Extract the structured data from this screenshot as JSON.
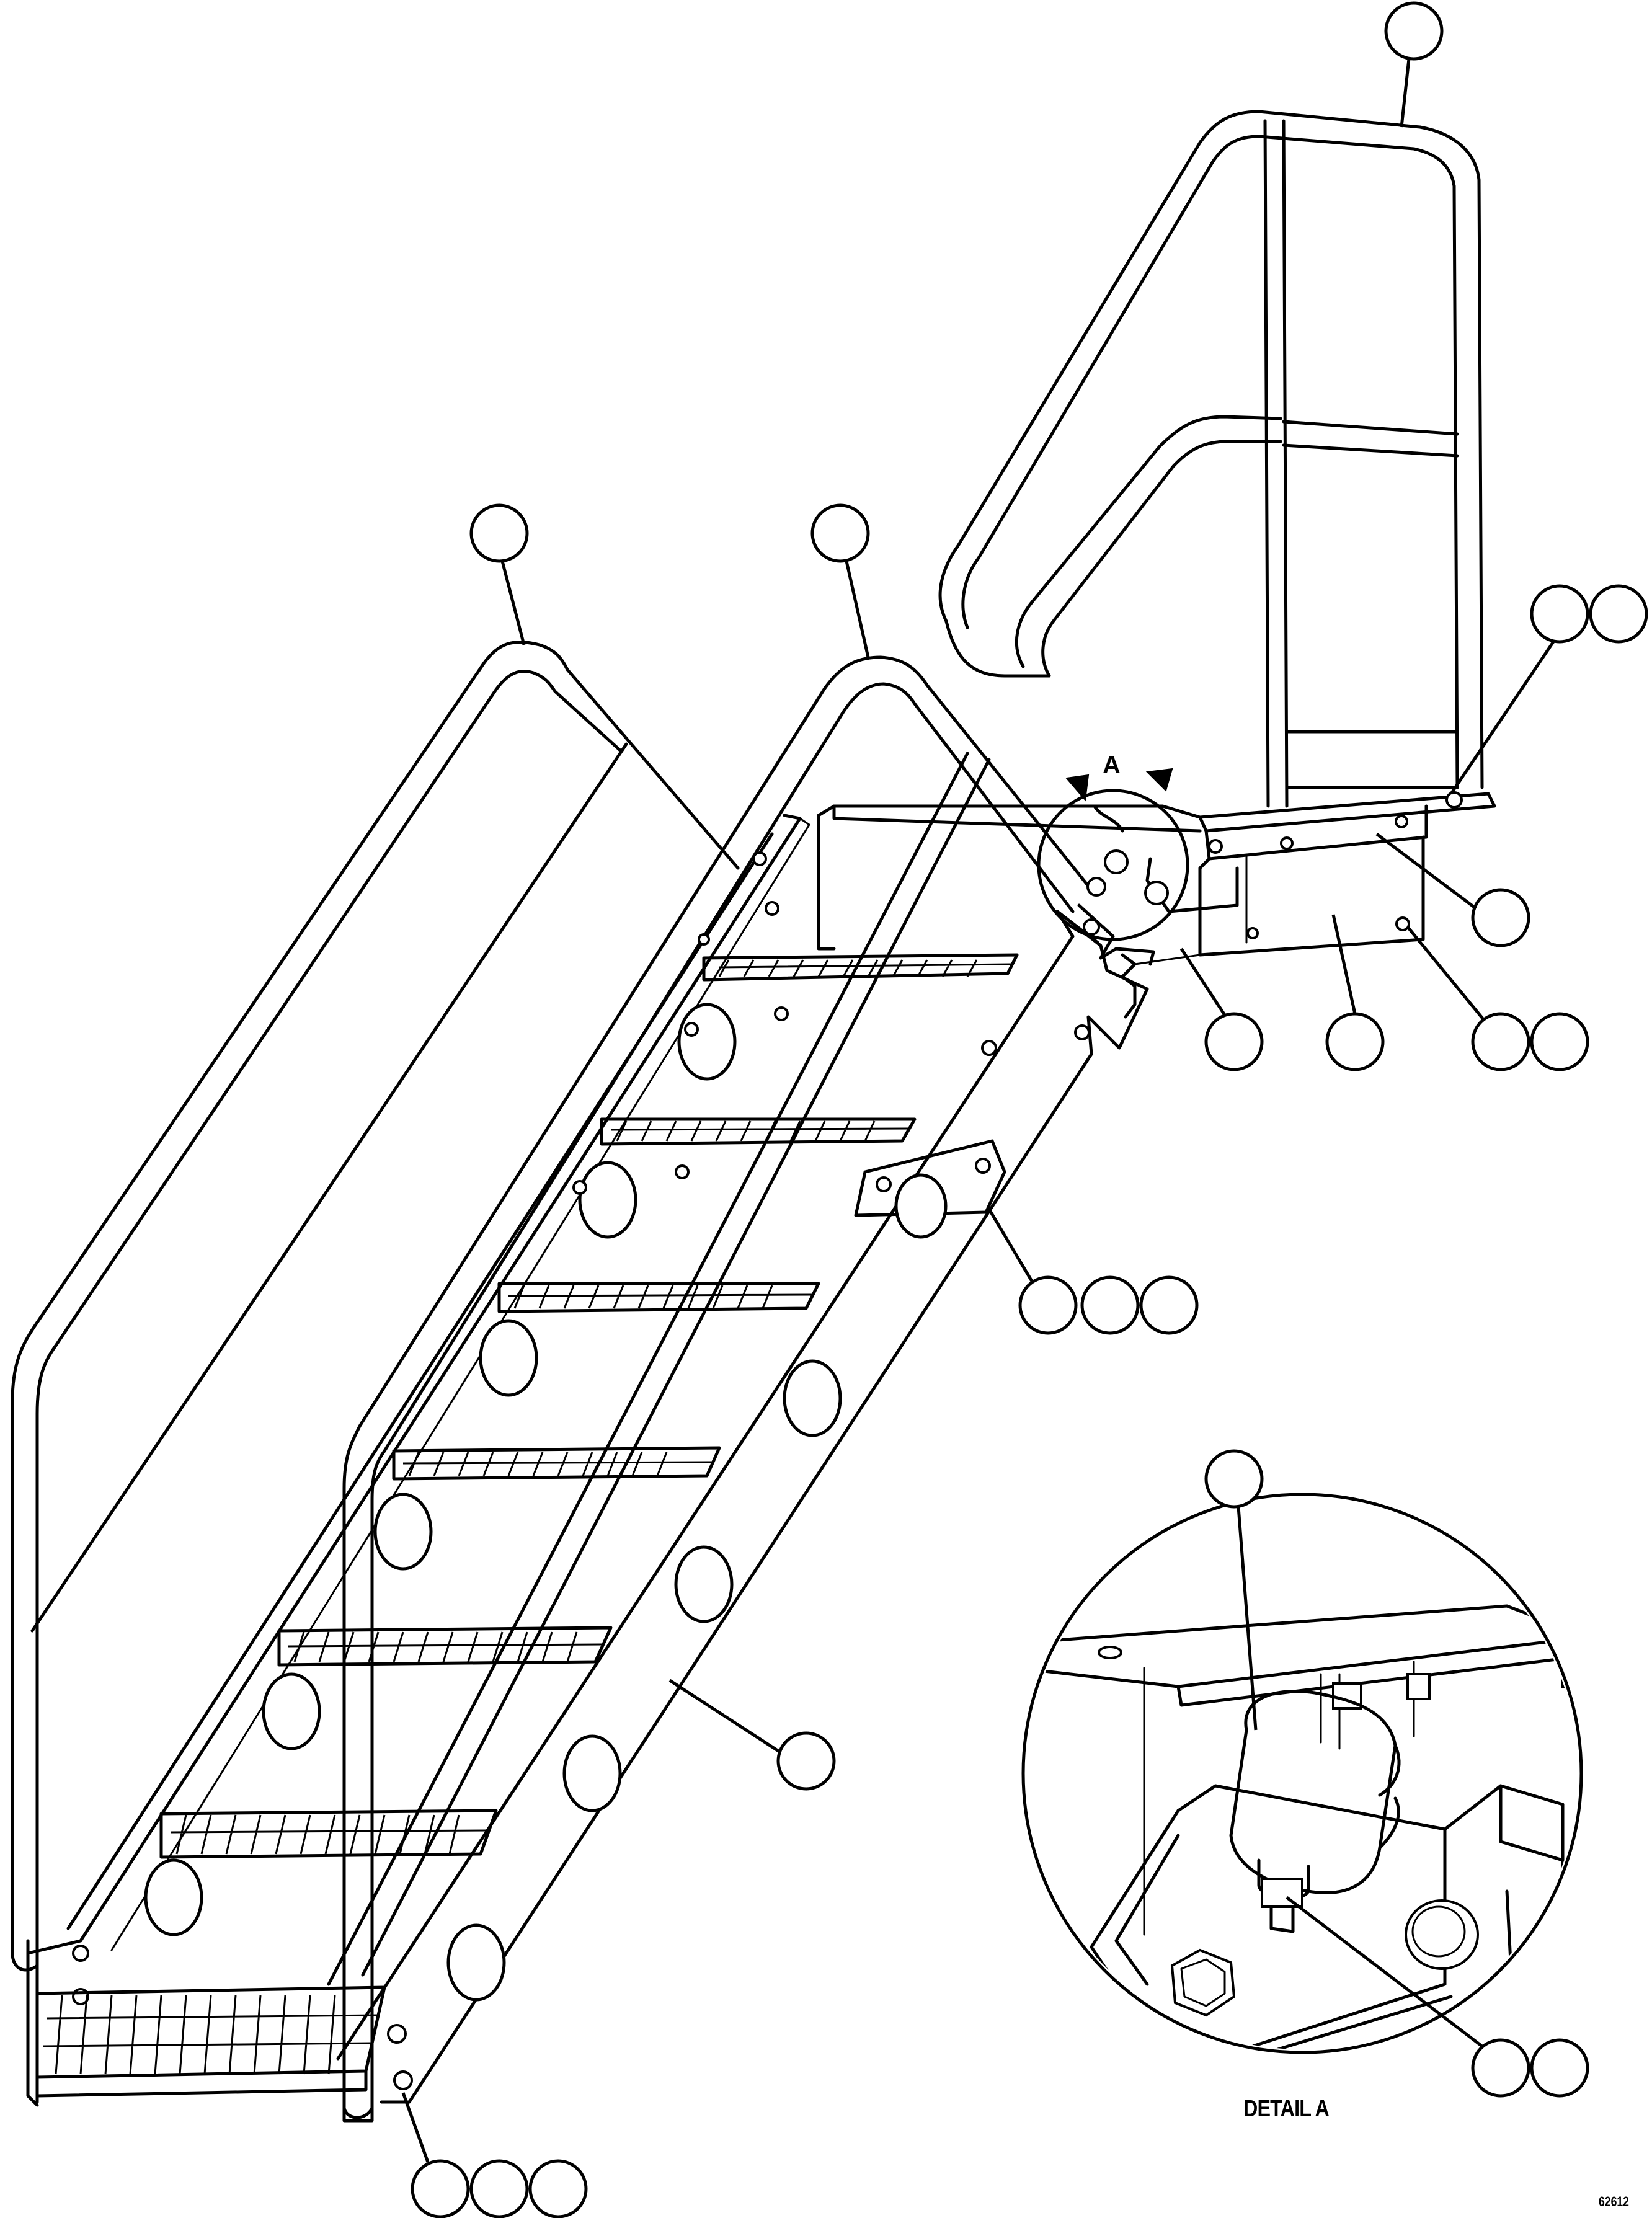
{
  "figure": {
    "detail_letter": "A",
    "detail_caption": "DETAIL A",
    "figure_id": "62612"
  },
  "icons": {
    "main_view": "stairway-assembly-drawing",
    "detail_view": "rubber-bumper-detail-drawing"
  },
  "colors": {
    "line": "#000000",
    "background": "#ffffff"
  }
}
